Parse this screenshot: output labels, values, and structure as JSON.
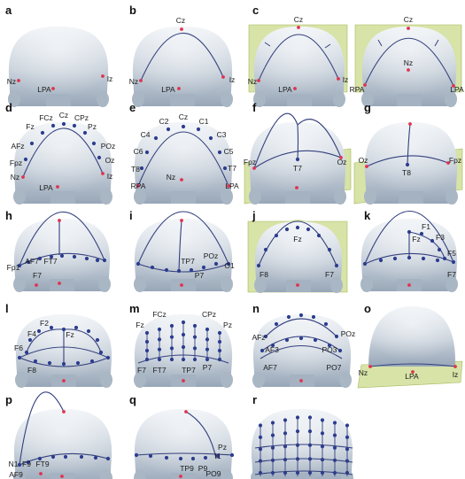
{
  "figure": {
    "panels": [
      {
        "id": "a",
        "labels": [
          "Nz",
          "LPA",
          "Iz"
        ]
      },
      {
        "id": "b",
        "labels": [
          "Cz",
          "Nz",
          "LPA",
          "Iz"
        ]
      },
      {
        "id": "c",
        "labels": [
          "Cz",
          "Nz",
          "LPA",
          "Iz",
          "Cz",
          "RPA",
          "Nz",
          "LPA"
        ]
      },
      {
        "id": "d",
        "labels": [
          "FCz",
          "Cz",
          "CPz",
          "Fz",
          "Pz",
          "AFz",
          "POz",
          "Fpz",
          "Oz",
          "Nz",
          "Iz",
          "LPA"
        ]
      },
      {
        "id": "e",
        "labels": [
          "C2",
          "Cz",
          "C1",
          "C4",
          "C3",
          "C6",
          "C5",
          "T8",
          "T7",
          "RPA",
          "Nz",
          "LPA"
        ]
      },
      {
        "id": "f",
        "labels": [
          "Fpz",
          "T7",
          "Oz"
        ]
      },
      {
        "id": "g",
        "labels": [
          "Oz",
          "T8",
          "Fpz"
        ]
      },
      {
        "id": "h",
        "labels": [
          "Fp1",
          "AF7",
          "FT7",
          "F7"
        ]
      },
      {
        "id": "i",
        "labels": [
          "TP7",
          "POz",
          "O1",
          "P7"
        ]
      },
      {
        "id": "j",
        "labels": [
          "Fz",
          "F8",
          "F7"
        ]
      },
      {
        "id": "k",
        "labels": [
          "F1",
          "Fz",
          "F3",
          "F5",
          "F7"
        ]
      },
      {
        "id": "l",
        "labels": [
          "F2",
          "F4",
          "Fz",
          "F6",
          "F8"
        ]
      },
      {
        "id": "m",
        "labels": [
          "FCz",
          "CPz",
          "Fz",
          "Pz",
          "F7",
          "FT7",
          "TP7",
          "P7"
        ]
      },
      {
        "id": "n",
        "labels": [
          "POz",
          "AFz",
          "AF3",
          "PO3",
          "AF7",
          "PO7"
        ]
      },
      {
        "id": "o",
        "labels": [
          "Nz",
          "LPA",
          "Iz"
        ]
      },
      {
        "id": "p",
        "labels": [
          "N1",
          "F9",
          "FT9",
          "AF9"
        ]
      },
      {
        "id": "q",
        "labels": [
          "Pz",
          "I1",
          "TP9",
          "P9",
          "PO9"
        ]
      },
      {
        "id": "r",
        "labels": []
      }
    ]
  },
  "colors": {
    "scalp_light": "#eef2f6",
    "scalp_dark": "#98a7b8",
    "curve": "#34407e",
    "electrode": "#2c3d8f",
    "landmark": "#e0334f",
    "plane_fill": "#c9d98a",
    "plane_edge": "#a6b95e"
  }
}
